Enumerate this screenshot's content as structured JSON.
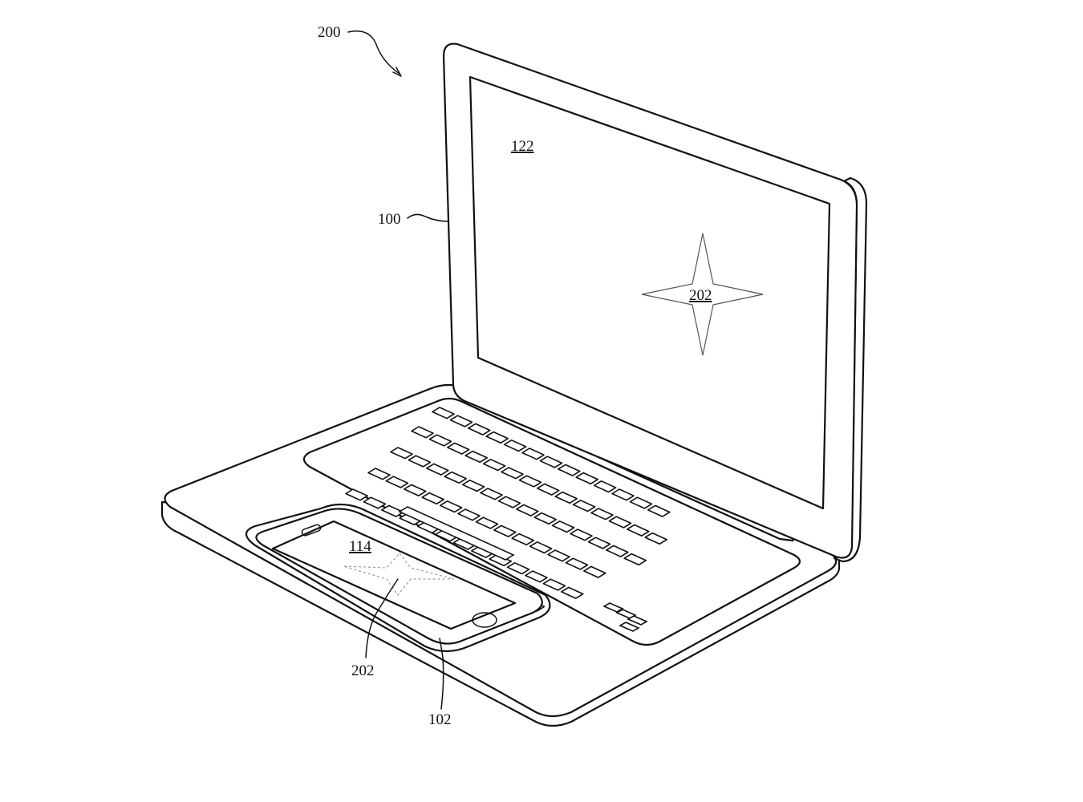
{
  "figure": {
    "labels": {
      "assembly": "200",
      "laptop": "100",
      "display": "122",
      "display_image": "202",
      "phone_screen": "114",
      "phone_image": "202",
      "phone_recess": "102"
    },
    "colors": {
      "line": "#111111",
      "background": "#ffffff",
      "dashed_star": "#9a9a9a"
    },
    "icons": {
      "display_image": "four-point-star-icon",
      "phone_image": "four-point-star-icon"
    }
  }
}
